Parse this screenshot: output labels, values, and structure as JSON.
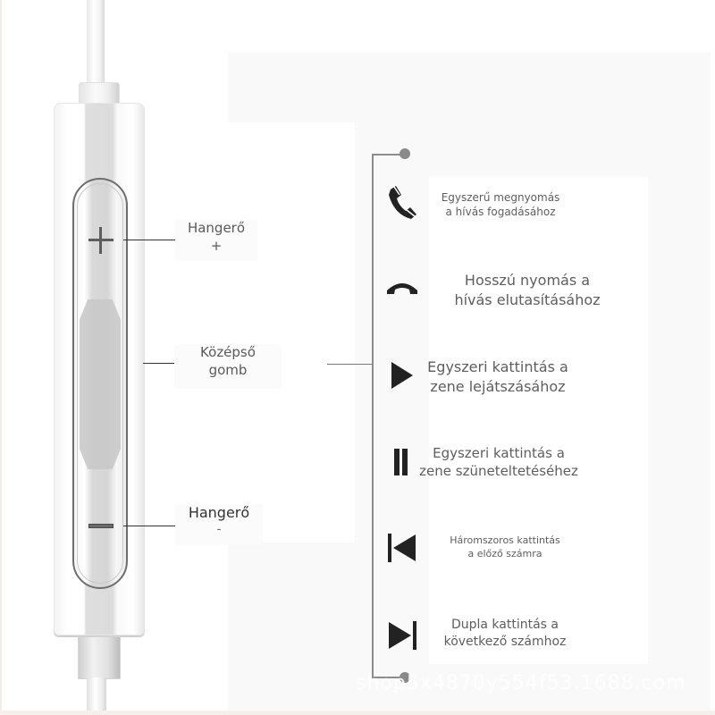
{
  "diagram": {
    "subject": "earphone in-line remote",
    "colors": {
      "background": "#ffffff",
      "panel": "#f9f9f9",
      "text": "#5e5e5e",
      "icon": "#222222",
      "leader": "#8a8a8a"
    }
  },
  "remote_labels": {
    "volume_up": {
      "line1": "Hangerő",
      "line2": "+"
    },
    "center_button": {
      "line1": "Középső",
      "line2": "gomb"
    },
    "volume_down": {
      "line1": "Hangerő",
      "line2": "-"
    }
  },
  "functions": [
    {
      "icon": "phone-answer-icon",
      "line1": "Egyszerű megnyomás",
      "line2": "a hívás fogadásához"
    },
    {
      "icon": "phone-hangup-icon",
      "line1": "Hosszú nyomás a",
      "line2": "hívás elutasításához"
    },
    {
      "icon": "play-icon",
      "line1": "Egyszeri kattintás a",
      "line2": "zene lejátszásához"
    },
    {
      "icon": "pause-icon",
      "line1": "Egyszeri kattintás a",
      "line2": "zene szüneteltetéséhez"
    },
    {
      "icon": "previous-track-icon",
      "line1": "Háromszoros kattintás",
      "line2": "a előző számra"
    },
    {
      "icon": "next-track-icon",
      "line1": "Dupla kattintás a",
      "line2": "következő számhoz"
    }
  ],
  "watermark": "shop5x4870y554f53.1688.com"
}
